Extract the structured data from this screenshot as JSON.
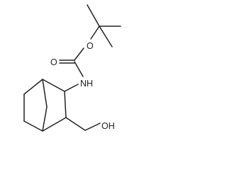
{
  "molecule": {
    "atom_labels": {
      "ester_oxygen": "O",
      "carbonyl_oxygen": "O",
      "amine": "NH",
      "hydroxyl": "OH"
    }
  },
  "colors": {
    "bond": "#222222",
    "background": "#ffffff"
  }
}
